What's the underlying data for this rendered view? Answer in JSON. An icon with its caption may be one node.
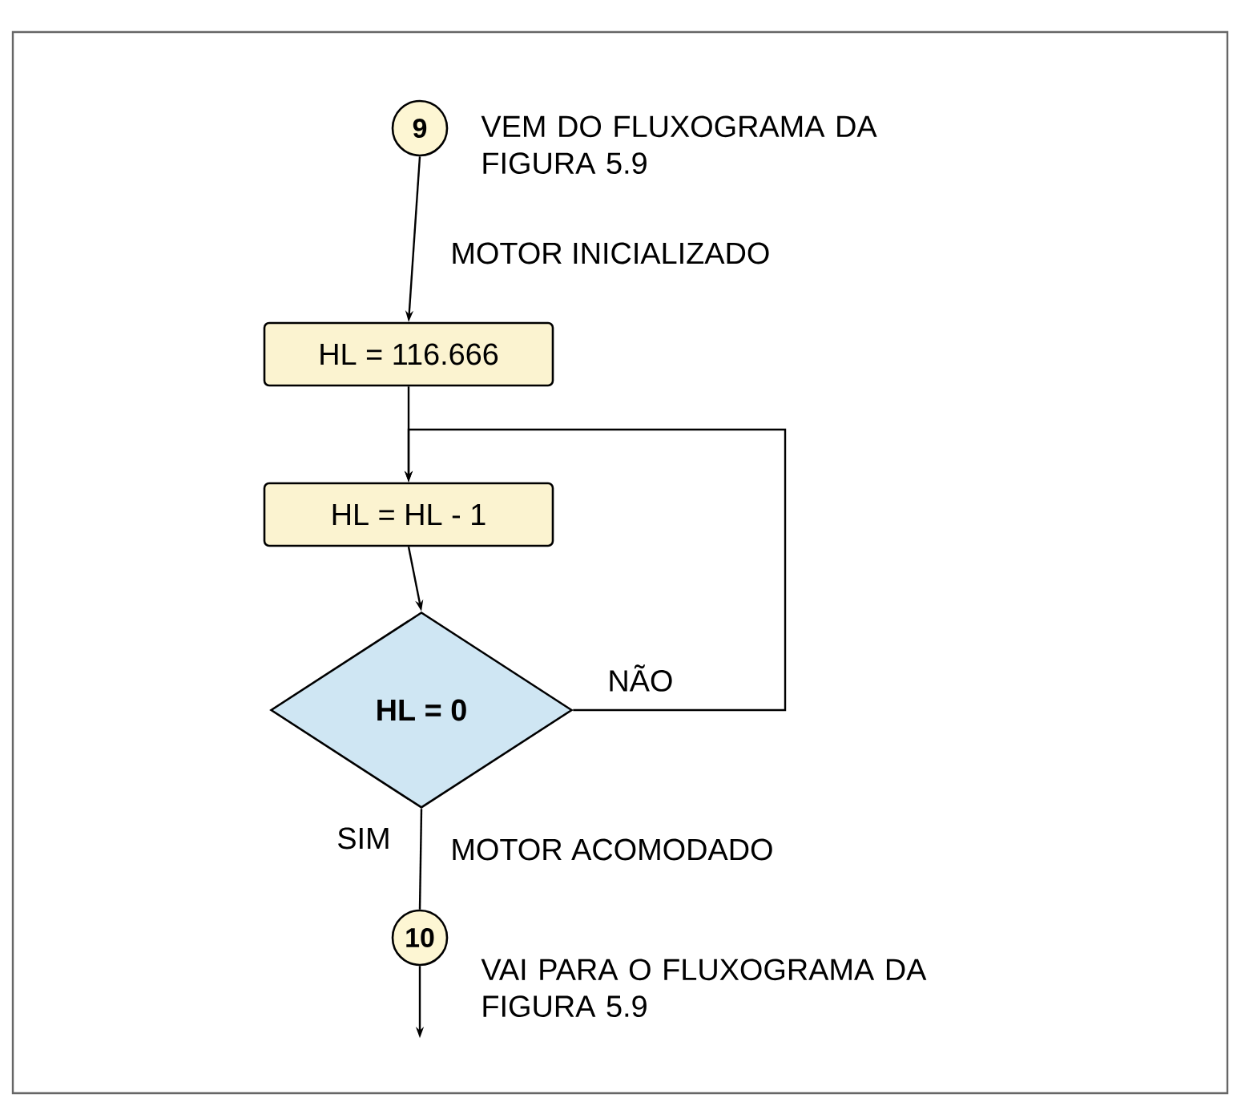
{
  "diagram": {
    "nodes": [
      {
        "text": [
          "9"
        ],
        "beside": [
          "VEM DO FLUXOGRAMA DA FIGURA 5.9"
        ]
      },
      {
        "text": [
          "HL = 116.666"
        ]
      },
      {
        "text": [
          "HL = HL - 1"
        ]
      },
      {
        "text": [
          "HL = 0"
        ]
      },
      {
        "text": [
          "10"
        ],
        "beside": [
          "VAI PARA O FLUXOGRAMA DA FIGURA 5.9"
        ]
      }
    ],
    "edges": [
      {
        "from": 0,
        "to": 1,
        "arrow": "to",
        "label": "MOTOR INICIALIZADO"
      },
      {
        "from": 1,
        "to": 2,
        "arrow": "to"
      },
      {
        "from": 2,
        "to": 3,
        "arrow": "to"
      },
      {
        "from": 3,
        "to": 2,
        "arrow": "to",
        "label": "NÃO"
      },
      {
        "from": 3,
        "to": 4,
        "arrow": "none",
        "label": "SIM"
      },
      {
        "from": 4,
        "to": null,
        "arrow": "to"
      }
    ],
    "labels": [
      "MOTOR ACOMODADO"
    ]
  }
}
